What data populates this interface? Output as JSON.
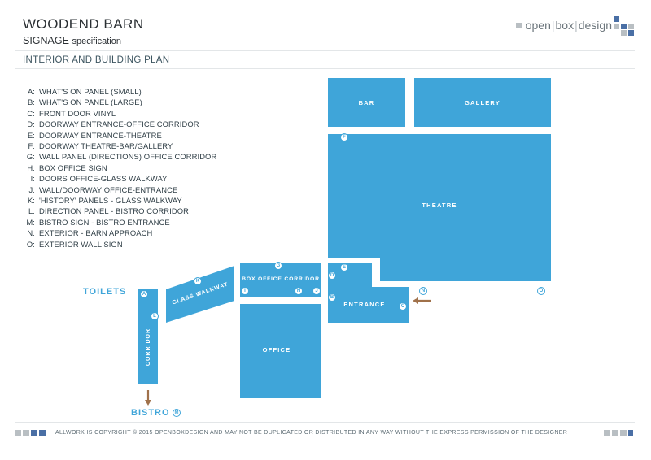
{
  "header": {
    "title": "WOODEND BARN",
    "subtitle_main": "SIGNAGE",
    "subtitle_small": "specification",
    "section": "INTERIOR AND BUILDING PLAN",
    "brand_open": "open",
    "brand_box": "box",
    "brand_design": "design",
    "brand_sep": "|"
  },
  "legend": [
    {
      "key": "A:",
      "text": "WHAT'S ON PANEL (SMALL)"
    },
    {
      "key": "B:",
      "text": "WHAT'S ON PANEL (LARGE)"
    },
    {
      "key": "C:",
      "text": "FRONT DOOR VINYL"
    },
    {
      "key": "D:",
      "text": "DOORWAY ENTRANCE-OFFICE CORRIDOR"
    },
    {
      "key": "E:",
      "text": "DOORWAY ENTRANCE-THEATRE"
    },
    {
      "key": "F:",
      "text": "DOORWAY THEATRE-BAR/GALLERY"
    },
    {
      "key": "G:",
      "text": "WALL PANEL (DIRECTIONS) OFFICE CORRIDOR"
    },
    {
      "key": "H:",
      "text": "BOX OFFICE SIGN"
    },
    {
      "key": "I:",
      "text": "DOORS OFFICE-GLASS WALKWAY"
    },
    {
      "key": "J:",
      "text": "WALL/DOORWAY OFFICE-ENTRANCE"
    },
    {
      "key": "K:",
      "text": "'HISTORY' PANELS - GLASS WALKWAY"
    },
    {
      "key": "L:",
      "text": "DIRECTION PANEL - BISTRO CORRIDOR"
    },
    {
      "key": "M:",
      "text": "BISTRO SIGN - BISTRO ENTRANCE"
    },
    {
      "key": "N:",
      "text": "EXTERIOR - BARN APPROACH"
    },
    {
      "key": "O:",
      "text": "EXTERIOR WALL SIGN"
    }
  ],
  "rooms": {
    "bar": "BAR",
    "gallery": "GALLERY",
    "theatre": "THEATRE",
    "box_office_corridor": "BOX OFFICE CORRIDOR",
    "entrance": "ENTRANCE",
    "office": "OFFICE",
    "glass_walkway": "GLASS WALKWAY",
    "corridor": "CORRIDOR"
  },
  "labels": {
    "toilets": "TOILETS",
    "bistro": "BISTRO"
  },
  "markers": {
    "A": "A",
    "B": "B",
    "C": "C",
    "D": "D",
    "E": "E",
    "F": "F",
    "G": "G",
    "H": "H",
    "I": "I",
    "J": "J",
    "K": "K",
    "L": "L",
    "M": "M",
    "N": "N",
    "O": "O"
  },
  "colors": {
    "room_blue": "#3fa5d9",
    "arrow_brown": "#a0714a",
    "pixel_dark": "#4a6fa5",
    "pixel_grey": "#b9bfc3"
  },
  "footer": {
    "copyright": "ALLWORK IS COPYRIGHT © 2015 OPENBOXDESIGN AND MAY NOT BE DUPLICATED OR DISTRIBUTED IN ANY WAY WITHOUT THE EXPRESS PERMISSION OF THE DESIGNER"
  }
}
